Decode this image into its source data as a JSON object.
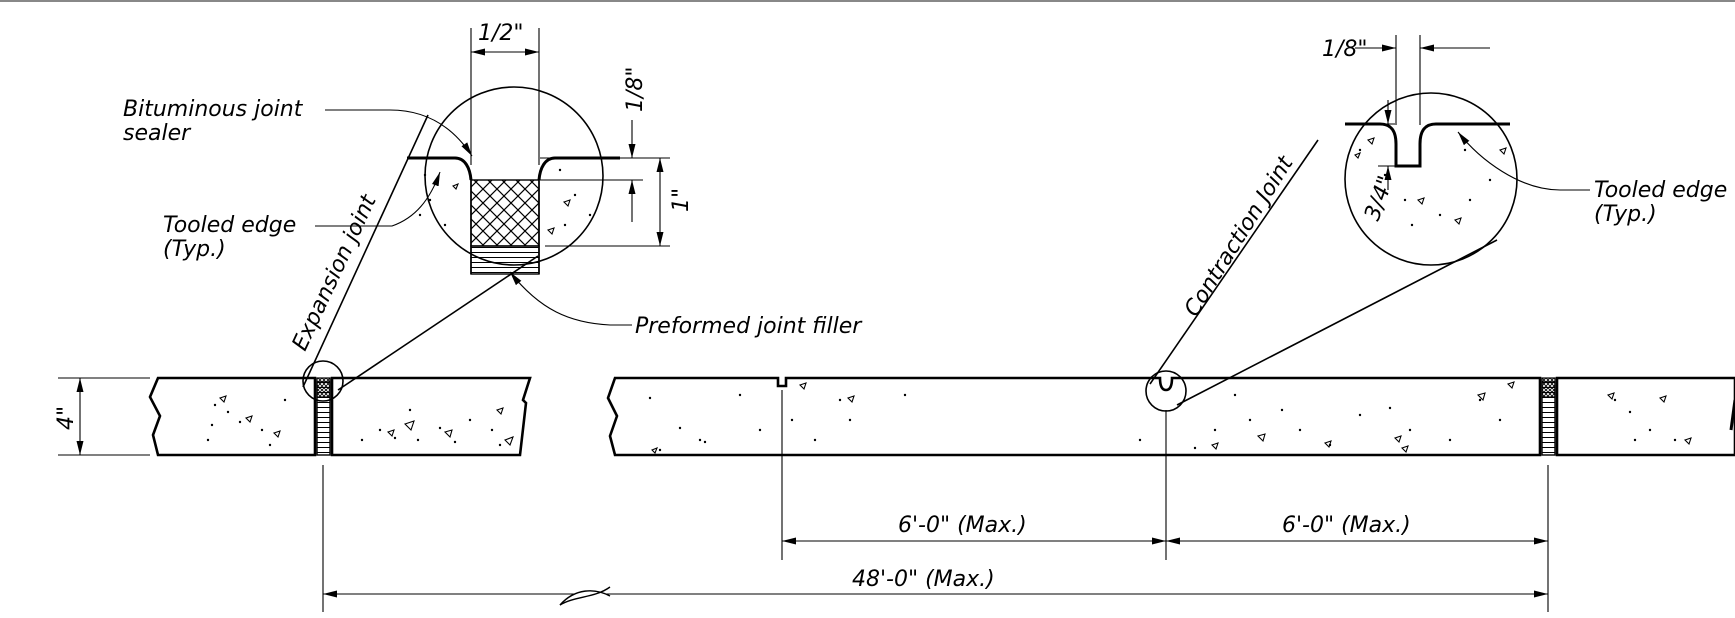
{
  "labels": {
    "bituminous_line1": "Bituminous joint",
    "bituminous_line2": "sealer",
    "tooled_left_line1": "Tooled edge",
    "tooled_left_line2": "(Typ.)",
    "expansion": "Expansion joint",
    "preformed": "Preformed joint filler",
    "contraction": "Contraction Joint",
    "tooled_right_line1": "Tooled edge",
    "tooled_right_line2": "(Typ.)"
  },
  "dimensions": {
    "half_inch": "1/2\"",
    "eighth_left": "1/8\"",
    "one_inch": "1\"",
    "eighth_right": "1/8\"",
    "three_quarter": "3/4\"",
    "slab_thickness": "4\"",
    "six_ft_left": "6'-0\" (Max.)",
    "six_ft_right": "6'-0\" (Max.)",
    "forty_eight_ft": "48'-0\" (Max.)"
  }
}
